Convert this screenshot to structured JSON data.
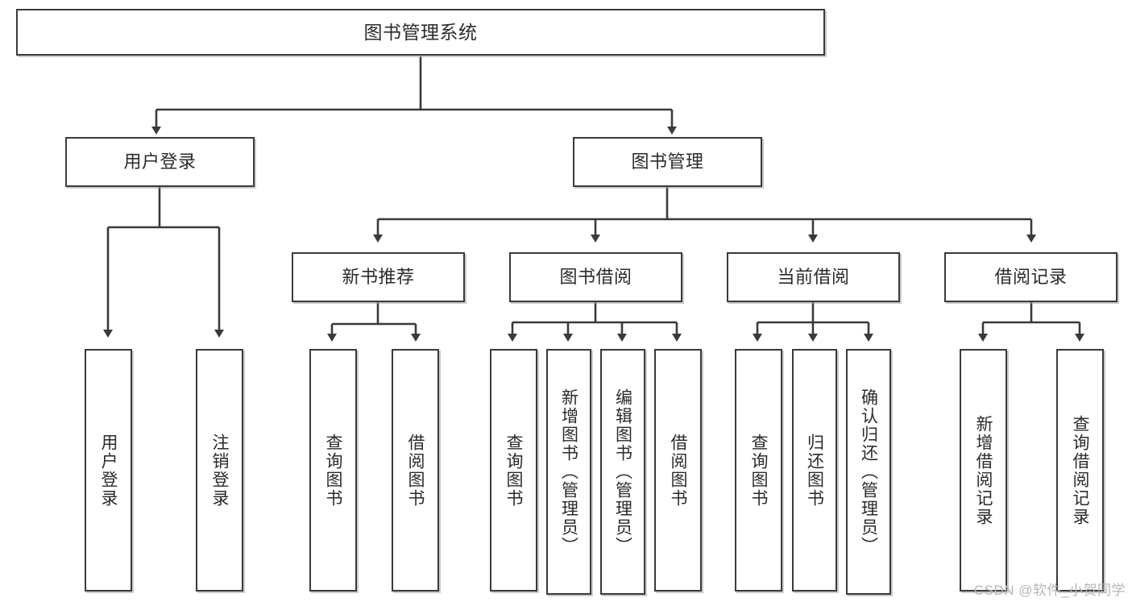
{
  "diagram": {
    "title": "图书管理系统",
    "type": "tree-hierarchy-diagram",
    "watermark": "CSDN @软件_小贺同学",
    "colors": {
      "box_border": "#3a3a3a",
      "box_fill": "#ffffff",
      "connector": "#3a3a3a",
      "text": "#2b2b2b",
      "watermark": "#b6b6b6"
    },
    "root": {
      "id": "root",
      "label": "图书管理系统"
    },
    "level2": [
      {
        "id": "user-login",
        "label": "用户登录"
      },
      {
        "id": "book-manage",
        "label": "图书管理"
      }
    ],
    "level3": [
      {
        "id": "new-book-rec",
        "label": "新书推荐",
        "parent": "book-manage"
      },
      {
        "id": "book-borrow",
        "label": "图书借阅",
        "parent": "book-manage"
      },
      {
        "id": "current-borrow",
        "label": "当前借阅",
        "parent": "book-manage"
      },
      {
        "id": "borrow-record",
        "label": "借阅记录",
        "parent": "book-manage"
      }
    ],
    "leaves": [
      {
        "id": "leaf-user-login",
        "label": "用户登录",
        "parent": "user-login"
      },
      {
        "id": "leaf-logout",
        "label": "注销登录",
        "parent": "user-login"
      },
      {
        "id": "leaf-query-book-1",
        "label": "查询图书",
        "parent": "new-book-rec"
      },
      {
        "id": "leaf-borrow-book-1",
        "label": "借阅图书",
        "parent": "new-book-rec"
      },
      {
        "id": "leaf-query-book-2",
        "label": "查询图书",
        "parent": "book-borrow"
      },
      {
        "id": "leaf-add-book",
        "label": "新增图书（管理员）",
        "parent": "book-borrow"
      },
      {
        "id": "leaf-edit-book",
        "label": "编辑图书（管理员）",
        "parent": "book-borrow"
      },
      {
        "id": "leaf-borrow-book-2",
        "label": "借阅图书",
        "parent": "book-borrow"
      },
      {
        "id": "leaf-query-book-3",
        "label": "查询图书",
        "parent": "current-borrow"
      },
      {
        "id": "leaf-return-book",
        "label": "归还图书",
        "parent": "current-borrow"
      },
      {
        "id": "leaf-confirm-return",
        "label": "确认归还（管理员）",
        "parent": "current-borrow"
      },
      {
        "id": "leaf-add-record",
        "label": "新增借阅记录",
        "parent": "borrow-record"
      },
      {
        "id": "leaf-query-record",
        "label": "查询借阅记录",
        "parent": "borrow-record"
      }
    ]
  }
}
